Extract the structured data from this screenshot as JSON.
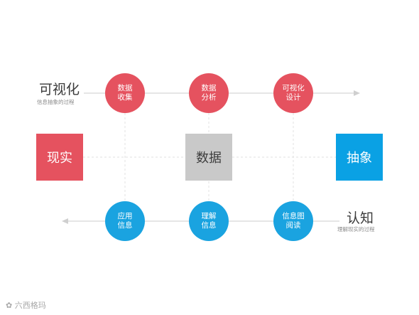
{
  "top": {
    "title": "可视化",
    "subtitle": "信息抽象的过程",
    "circles": [
      {
        "line1": "数据",
        "line2": "收集"
      },
      {
        "line1": "数据",
        "line2": "分析"
      },
      {
        "line1": "可视化",
        "line2": "设计"
      }
    ]
  },
  "middle": {
    "left": "现实",
    "center": "数据",
    "right": "抽象"
  },
  "bottom": {
    "title": "认知",
    "subtitle": "理解现实的过程",
    "circles": [
      {
        "line1": "应用",
        "line2": "信息"
      },
      {
        "line1": "理解",
        "line2": "信息"
      },
      {
        "line1": "信息图",
        "line2": "阅读"
      }
    ]
  },
  "watermark": "六西格玛",
  "colors": {
    "red": "#e5525f",
    "blue": "#1aa3e0",
    "gray": "#c9c9c9",
    "line": "#d6d6d6"
  }
}
